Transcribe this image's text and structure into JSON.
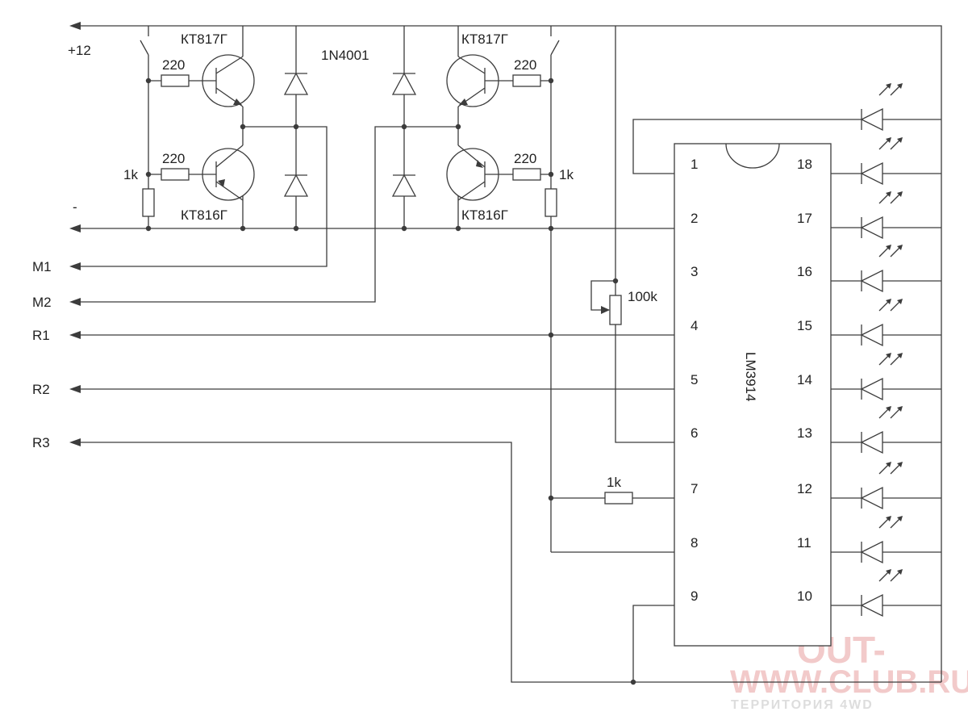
{
  "labels": {
    "plus12": "+12",
    "minus": "-",
    "m1": "M1",
    "m2": "M2",
    "r1": "R1",
    "r2": "R2",
    "r3": "R3",
    "q1": "КТ817Г",
    "q2": "КТ817Г",
    "q3": "КТ816Г",
    "q4": "КТ816Г",
    "diode": "1N4001",
    "res220_1": "220",
    "res220_2": "220",
    "res220_3": "220",
    "res220_4": "220",
    "res1k_left": "1k",
    "res1k_right": "1k",
    "res1k_pin7": "1k",
    "pot": "100k",
    "ic": "LM3914"
  },
  "ic_pins": {
    "left": [
      "1",
      "2",
      "3",
      "4",
      "5",
      "6",
      "7",
      "8",
      "9"
    ],
    "right": [
      "18",
      "17",
      "16",
      "15",
      "14",
      "13",
      "12",
      "11",
      "10"
    ]
  },
  "watermark": {
    "line1": "OUT-",
    "line2": "WWW.CLUB.RU",
    "line3": "ТЕРРИТОРИЯ 4WD"
  }
}
